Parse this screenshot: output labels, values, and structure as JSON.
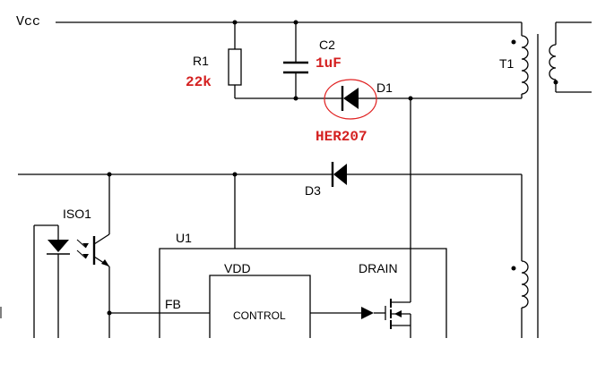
{
  "nets": {
    "vcc": "Vcc"
  },
  "components": {
    "r1": {
      "ref": "R1",
      "value": "22k"
    },
    "c2": {
      "ref": "C2",
      "value": "1uF"
    },
    "d1": {
      "ref": "D1",
      "part": "HER207"
    },
    "d3": {
      "ref": "D3"
    },
    "t1": {
      "ref": "T1"
    },
    "iso1": {
      "ref": "ISO1"
    },
    "u1": {
      "ref": "U1",
      "pins": {
        "vdd": "VDD",
        "drain": "DRAIN",
        "fb": "FB"
      },
      "block": "CONTROL"
    }
  },
  "colors": {
    "wire": "#000000",
    "value_text": "#d42020",
    "highlight": "#e02020"
  }
}
